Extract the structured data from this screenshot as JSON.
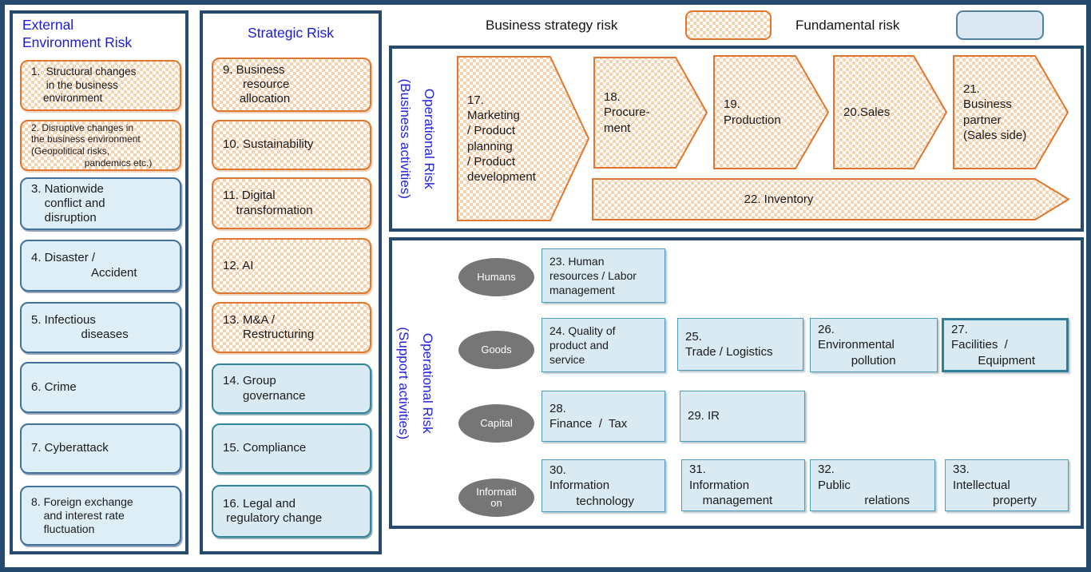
{
  "colors": {
    "frame_navy": "#26496E",
    "title_blue": "#1C1CD6",
    "vertical_label_blue": "#2222DD",
    "orange_border": "#E0772F",
    "orange_checker_fill": "#F5D2B0",
    "light_blue_fill": "#DEEEF6",
    "external_box_border": "#41719C",
    "strategic_box_border": "#31859B",
    "support_box_fill": "#D9EAF2",
    "support_box_border": "#4E9DB8",
    "highlight_box_border": "#2E7F99",
    "ellipse_gray": "#767676"
  },
  "legend": {
    "items": [
      {
        "label": "Business strategy risk",
        "swatch": "orange-checker"
      },
      {
        "label": "Fundamental risk",
        "swatch": "light-blue"
      }
    ]
  },
  "external_panel": {
    "title": "External\nEnvironment Risk",
    "items": [
      {
        "id": "1",
        "category": "business-strategy",
        "text": "1.  Structural changes\n     in the business\n    environment"
      },
      {
        "id": "2",
        "category": "business-strategy",
        "text": "2. Disruptive changes in\nthe business environment\n(Geopolitical risks,\n                    pandemics etc.)"
      },
      {
        "id": "3",
        "category": "fundamental",
        "text": "3. Nationwide\n    conflict and\n    disruption"
      },
      {
        "id": "4",
        "category": "fundamental",
        "text": "4. Disaster /\n                  Accident"
      },
      {
        "id": "5",
        "category": "fundamental",
        "text": "5. Infectious\n               diseases"
      },
      {
        "id": "6",
        "category": "fundamental",
        "text": "6. Crime"
      },
      {
        "id": "7",
        "category": "fundamental",
        "text": "7. Cyberattack"
      },
      {
        "id": "8",
        "category": "fundamental",
        "text": "8. Foreign exchange\n    and interest rate\n    fluctuation"
      }
    ]
  },
  "strategic_panel": {
    "title": "Strategic Risk",
    "items": [
      {
        "id": "9",
        "category": "business-strategy",
        "text": "9. Business\n      resource\n     allocation"
      },
      {
        "id": "10",
        "category": "business-strategy",
        "text": "10. Sustainability"
      },
      {
        "id": "11",
        "category": "business-strategy",
        "text": "11. Digital\n    transformation"
      },
      {
        "id": "12",
        "category": "business-strategy",
        "text": "12. AI"
      },
      {
        "id": "13",
        "category": "business-strategy",
        "text": "13. M&A /\n      Restructuring"
      },
      {
        "id": "14",
        "category": "fundamental",
        "text": "14. Group\n      governance"
      },
      {
        "id": "15",
        "category": "fundamental",
        "text": "15. Compliance"
      },
      {
        "id": "16",
        "category": "fundamental",
        "text": "16. Legal and\n regulatory change"
      }
    ]
  },
  "business_activities_panel": {
    "label": "Operational Risk\n(Business activities)",
    "process_arrows": [
      {
        "id": "17",
        "text": "17.\nMarketing\n/ Product\nplanning\n/ Product\ndevelopment"
      },
      {
        "id": "18",
        "text": "18.\nProcure-\nment"
      },
      {
        "id": "19",
        "text": "19.\nProduction"
      },
      {
        "id": "20",
        "text": "20.Sales"
      },
      {
        "id": "21",
        "text": "21.\nBusiness\npartner\n(Sales side)"
      }
    ],
    "inventory_arrow": {
      "id": "22",
      "text": "22. Inventory"
    }
  },
  "support_activities_panel": {
    "label": "Operational Risk\n(Support activities)",
    "categories": [
      {
        "name": "Humans",
        "display": "Humans"
      },
      {
        "name": "Goods",
        "display": "Goods"
      },
      {
        "name": "Capital",
        "display": "Capital"
      },
      {
        "name": "Information",
        "display": "Informati\non"
      }
    ],
    "boxes": [
      {
        "id": "23",
        "row": "Humans",
        "highlight": false,
        "text": "23. Human\nresources / Labor\nmanagement"
      },
      {
        "id": "24",
        "row": "Goods",
        "highlight": false,
        "text": "24. Quality of\nproduct and\nservice"
      },
      {
        "id": "25",
        "row": "Goods",
        "highlight": false,
        "text": "25.\nTrade / Logistics"
      },
      {
        "id": "26",
        "row": "Goods",
        "highlight": false,
        "text": "26.\nEnvironmental\n          pollution"
      },
      {
        "id": "27",
        "row": "Goods",
        "highlight": true,
        "text": "27.\nFacilities  /\n        Equipment"
      },
      {
        "id": "28",
        "row": "Capital",
        "highlight": false,
        "text": "28.\nFinance  /  Tax"
      },
      {
        "id": "29",
        "row": "Capital",
        "highlight": false,
        "text": "29. IR"
      },
      {
        "id": "30",
        "row": "Information",
        "highlight": false,
        "text": "30.\nInformation\n        technology"
      },
      {
        "id": "31",
        "row": "Information",
        "highlight": false,
        "text": "31.\nInformation\n    management"
      },
      {
        "id": "32",
        "row": "Information",
        "highlight": false,
        "text": "32.\nPublic\n              relations"
      },
      {
        "id": "33",
        "row": "Information",
        "highlight": false,
        "text": "33.\nIntellectual\n            property"
      }
    ]
  }
}
